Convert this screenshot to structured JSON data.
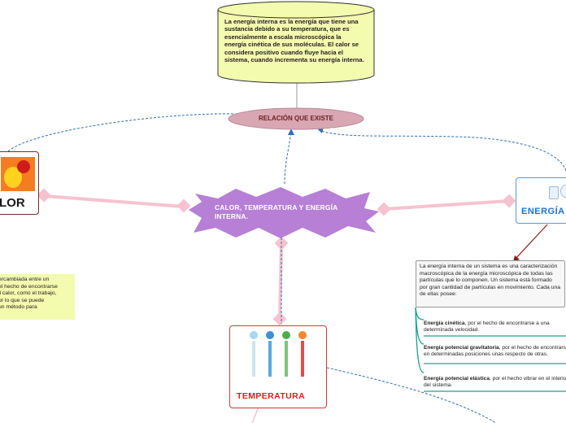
{
  "top_note": {
    "text": "La energía interna es la energía que tiene una sustancia debido a su temperatura, que es esencialmente a escala microscópica la energía cinética de sus moléculas. El calor se considera positivo cuando fluye hacia el sistema, cuando incrementa su energía interna."
  },
  "relation_node": {
    "label": "RELACIÓN QUE EXISTE"
  },
  "center_node": {
    "label": "CALOR, TEMPERATURA Y ENERGÍA INTERNA."
  },
  "calor_node": {
    "label": "LOR"
  },
  "energia_node": {
    "label": "ENERGÍA"
  },
  "temperatura_node": {
    "label": "TEMPERATURA"
  },
  "calor_note": {
    "lines": [
      "ercambiada entre un",
      "el hecho de encontrarse",
      "il calor, como el trabajo,",
      "or lo que se puede",
      "un método para"
    ]
  },
  "energia_note": {
    "text": "La energía interna de un sistema es una caracterización macroscópica de la energía microscópica de todas las partículas que lo componen. Un sistema está formado por gran cantidad de partículas en movimiento. Cada una de ellas posee:"
  },
  "energy_types": [
    {
      "term": "Energía cinética",
      "desc": ", por el hecho de encontrarse a una determinada velocidad."
    },
    {
      "term": "Energía potencial gravitatoria",
      "desc": ", por el hecho de encontrarse en determinadas posiciones unas respecto de otras."
    },
    {
      "term": "Energía potencial elástica",
      "desc": ", por el hecho vibrar en el interior del sistema."
    }
  ],
  "colors": {
    "accent_pink": "#f7c2cf",
    "center_purple": "#b77fd6",
    "relation_fill": "#d9a7b3",
    "note_yellow": "#f2fbae",
    "teal": "#1aa38c"
  },
  "icons": [
    "sun-character-icon",
    "thermometers-icon",
    "battery-icon"
  ]
}
